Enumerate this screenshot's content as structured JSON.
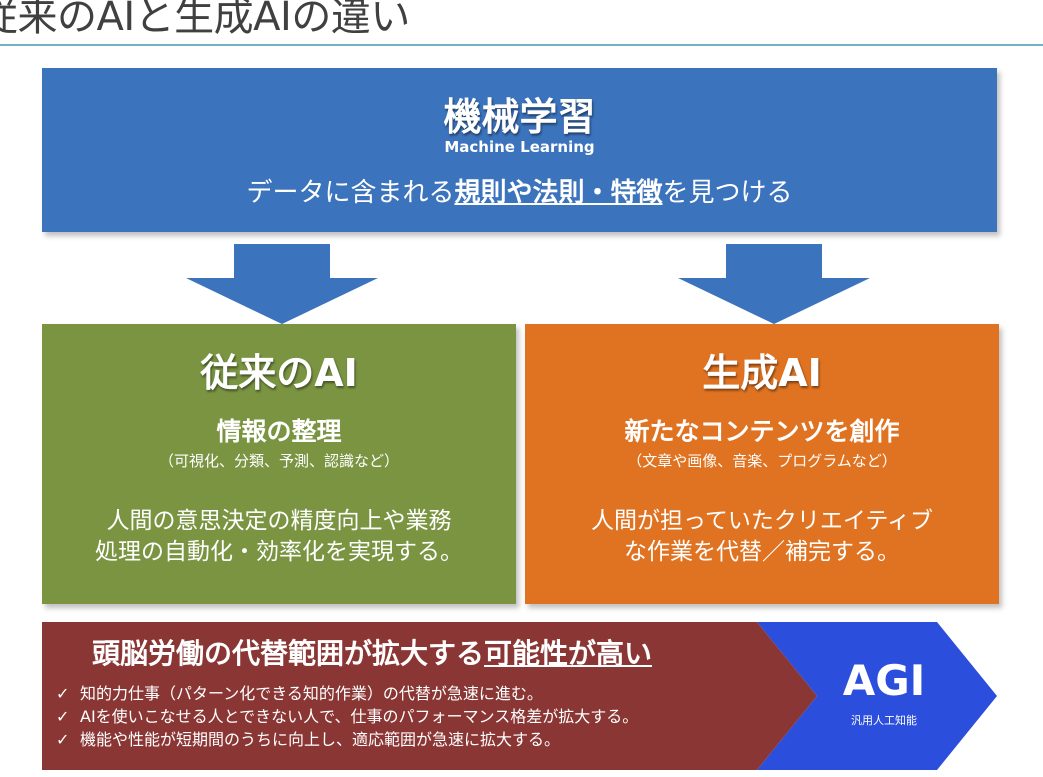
{
  "title": "従来のAIと生成AIの違い",
  "colors": {
    "ml_box": "#3b73bd",
    "traditional_ai_box": "#7a9442",
    "generative_ai_box": "#e07321",
    "banner": "#8a3634",
    "agi_arrow": "#2b4fdc",
    "title_rule": "#6fb3c2"
  },
  "machine_learning": {
    "title": "機械学習",
    "subtitle": "Machine Learning",
    "desc_prefix": "データに含まれる",
    "desc_emphasis": "規則や法則・特徴",
    "desc_suffix": "を見つける"
  },
  "traditional_ai": {
    "title": "従来のAI",
    "subtitle": "情報の整理",
    "note": "（可視化、分類、予測、認識など）",
    "desc_line1": "人間の意思決定の精度向上や業務",
    "desc_line2": "処理の自動化・効率化を実現する。"
  },
  "generative_ai": {
    "title": "生成AI",
    "subtitle": "新たなコンテンツを創作",
    "note": "（文章や画像、音楽、プログラムなど）",
    "desc_line1": "人間が担っていたクリエイティブ",
    "desc_line2": "な作業を代替／補完する。"
  },
  "banner": {
    "title_prefix": "頭脳労働の代替範囲が拡大する",
    "title_emphasis": "可能性が高い",
    "check": "✓",
    "bullets": [
      "知的力仕事（パターン化できる知的作業）の代替が急速に進む。",
      "AIを使いこなせる人とできない人で、仕事のパフォーマンス格差が拡大する。",
      "機能や性能が短期間のうちに向上し、適応範囲が急速に拡大する。"
    ]
  },
  "agi": {
    "title": "AGI",
    "subtitle": "汎用人工知能"
  }
}
